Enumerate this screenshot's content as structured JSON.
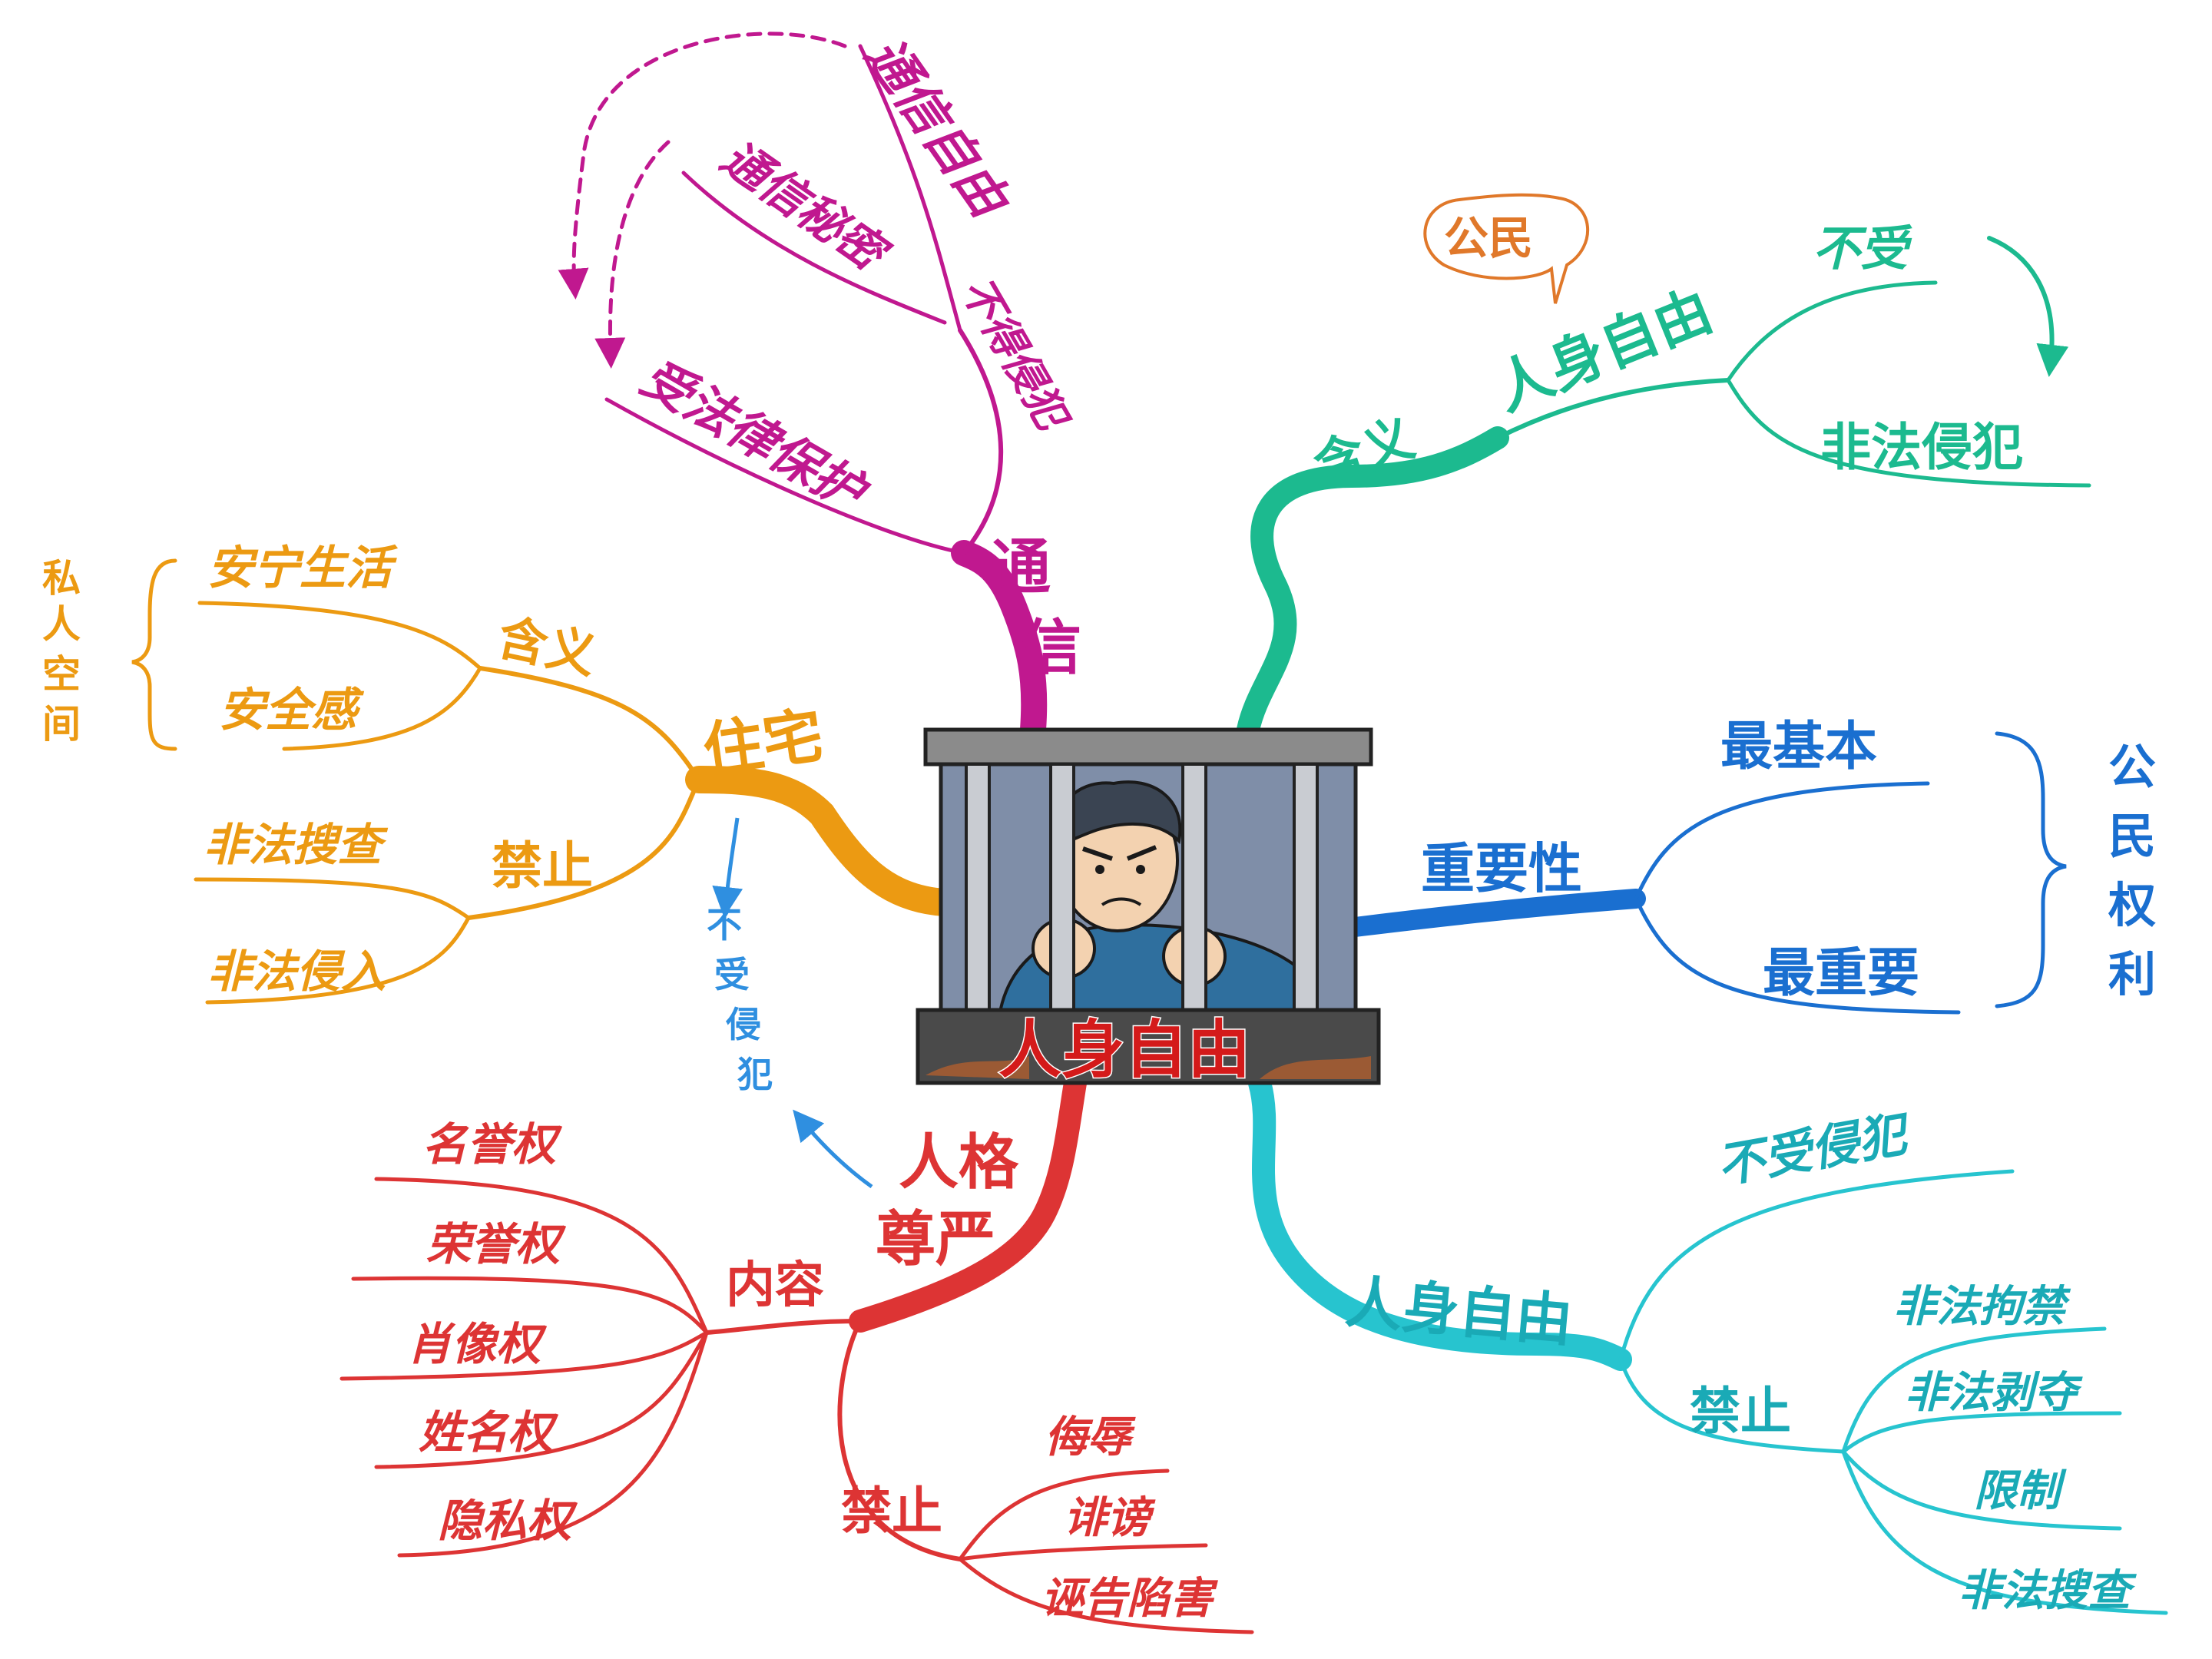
{
  "colors": {
    "tongxin": "#c0188f",
    "zhuzhai": "#ec9a12",
    "renge": "#dd3434",
    "hanyi": "#1cba8f",
    "zhongyao": "#1a6fd0",
    "renshen": "#27c4cf",
    "bushou_blue": "#2f8fe0",
    "gongmin_note": "#e0782a",
    "center_text": "#d41a1a"
  },
  "center": {
    "title": "人身自由"
  },
  "tongxin": {
    "branch": "通信",
    "ziyou": "通信自由",
    "mimi": "通信秘密",
    "budeqinfan": "不得侵犯",
    "baohu": "受法律保护"
  },
  "zhuzhai": {
    "branch": "住宅",
    "hanyi": "含义",
    "anning": "安宁生活",
    "anquan": "安全感",
    "siren": "私人空间",
    "jinzhi": "禁止",
    "sousha": "非法搜查",
    "qinru": "非法侵入",
    "bushou": "不受侵犯"
  },
  "renge": {
    "branch_1": "人格",
    "branch_2": "尊严",
    "neirong": "内容",
    "items": [
      "名誉权",
      "荣誉权",
      "肖像权",
      "姓名权",
      "隐私权"
    ],
    "jinzhi": "禁止",
    "forbid": [
      "侮辱",
      "诽谤",
      "诬告陷害"
    ]
  },
  "hanyi": {
    "branch": "含义",
    "sub": "人身自由",
    "note": "公民",
    "bushou": "不受",
    "qinfan": "非法侵犯"
  },
  "zhongyao": {
    "branch": "重要性",
    "zuijiben": "最基本",
    "zuizhongyao": "最重要",
    "gongmin": "公民权利"
  },
  "renshen": {
    "branch": "人身自由",
    "bushou": "不受侵犯",
    "jinzhi": "禁止",
    "items": [
      "非法拘禁",
      "非法剥夺",
      "限制",
      "非法搜查"
    ]
  }
}
